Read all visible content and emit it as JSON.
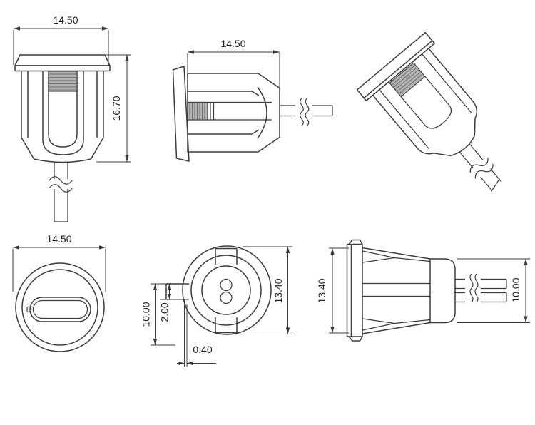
{
  "colors": {
    "line": "#3b3b3b",
    "text": "#1d1d1d",
    "rib": "#b3b3b3",
    "background": "#ffffff"
  },
  "views": {
    "front": {
      "width": "14.50",
      "height": "16.70"
    },
    "side": {
      "width": "14.50"
    },
    "top": {
      "diameter": "14.50"
    },
    "bottom": {
      "pin_span": "10.00",
      "key_height": "2.00",
      "key_width": "0.40",
      "diameter": "13.40"
    },
    "rear": {
      "diameter": "13.40",
      "barrel": "10.00"
    }
  }
}
